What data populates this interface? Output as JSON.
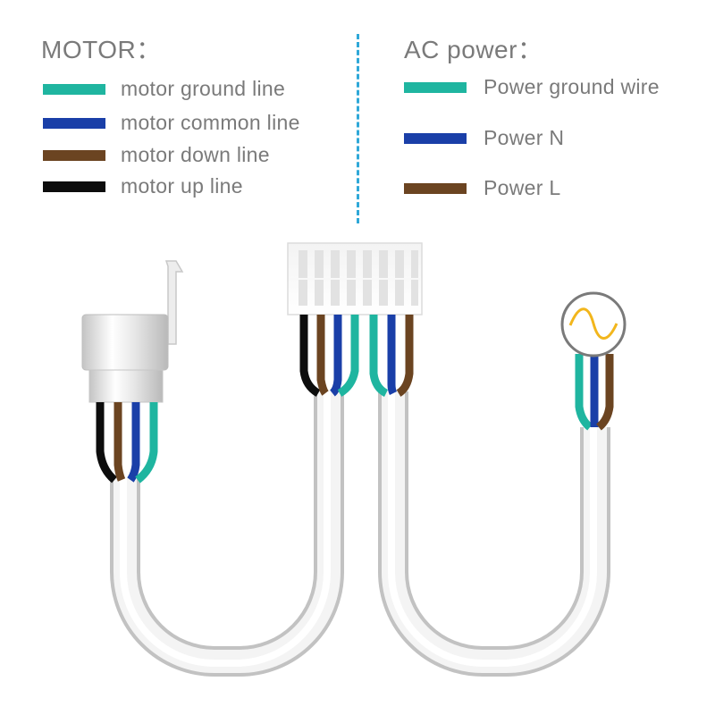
{
  "colors": {
    "ground": "#1fb5a0",
    "common": "#1a3fa8",
    "brown": "#6b4421",
    "black": "#0d0d0d",
    "divider": "#2fa8d8",
    "text": "#7a7a7a",
    "sine": "#f2b61c"
  },
  "motor_legend": {
    "title": "MOTOR：",
    "items": [
      {
        "label": "motor ground line",
        "color": "#1fb5a0"
      },
      {
        "label": "motor common line",
        "color": "#1a3fa8"
      },
      {
        "label": "motor down line",
        "color": "#6b4421"
      },
      {
        "label": "motor up line",
        "color": "#0d0d0d"
      }
    ]
  },
  "power_legend": {
    "title": "AC power：",
    "items": [
      {
        "label": "Power ground wire",
        "color": "#1fb5a0"
      },
      {
        "label": "Power N",
        "color": "#1a3fa8"
      },
      {
        "label": "Power L",
        "color": "#6b4421"
      }
    ]
  },
  "icons": {
    "ac_source": "sine-wave-icon"
  }
}
